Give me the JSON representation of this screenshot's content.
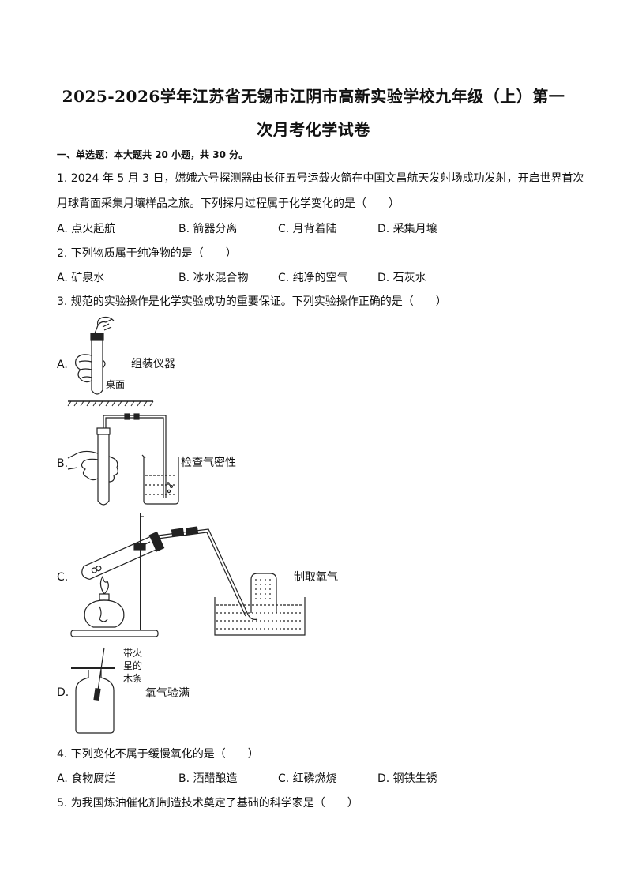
{
  "title": {
    "line1": "2025-2026学年江苏省无锡市江阴市高新实验学校九年级（上）第一",
    "line2": "次月考化学试卷"
  },
  "section1": "一、单选题：本大题共 20 小题，共 30 分。",
  "q1": {
    "line1": "1. 2024 年 5 月 3 日，嫦娥六号探测器由长征五号运载火箭在中国文昌航天发射场成功发射，开启世界首次",
    "line2": "月球背面采集月壤样品之旅。下列探月过程属于化学变化的是（　　）",
    "options": [
      "A. 点火起航",
      "B. 箭器分离",
      "C. 月背着陆",
      "D. 采集月壤"
    ]
  },
  "q2": {
    "text": "2. 下列物质属于纯净物的是（　　）",
    "options": [
      "A. 矿泉水",
      "B. 冰水混合物",
      "C. 纯净的空气",
      "D. 石灰水"
    ]
  },
  "q3": {
    "text": "3. 规范的实验操作是化学实验成功的重要保证。下列实验操作正确的是（　　）",
    "a": {
      "letter": "A.",
      "caption": "组装仪器",
      "desk": "桌面"
    },
    "b": {
      "letter": "B.",
      "caption": "检查气密性"
    },
    "c": {
      "letter": "C.",
      "caption": "制取氧气"
    },
    "d": {
      "letter": "D.",
      "caption": "氧气验满",
      "splint": [
        "带火",
        "星的",
        "木条"
      ]
    }
  },
  "q4": {
    "text": "4. 下列变化不属于缓慢氧化的是（　　）",
    "options": [
      "A. 食物腐烂",
      "B. 酒醋酿造",
      "C. 红磷燃烧",
      "D. 钢铁生锈"
    ]
  },
  "q5": {
    "text": "5. 为我国炼油催化剂制造技术奠定了基础的科学家是（　　）"
  }
}
